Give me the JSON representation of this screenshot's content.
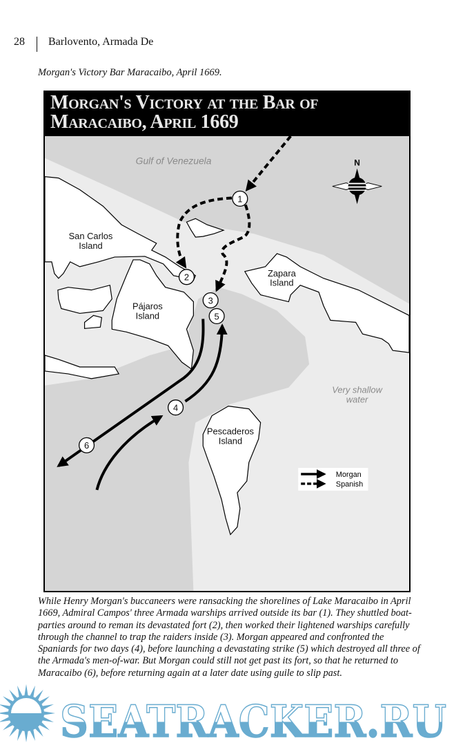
{
  "header": {
    "page_number": "28",
    "running_title": "Barlovento, Armada De"
  },
  "figure_caption": "Morgan's Victory Bar Maracaibo, April 1669.",
  "map": {
    "title_line1": "Morgan's Victory at the Bar of",
    "title_line2": "Maracaibo, April 1669",
    "labels": {
      "gulf": "Gulf of Venezuela",
      "san_carlos_1": "San Carlos",
      "san_carlos_2": "Island",
      "pajaros_1": "Pájaros",
      "pajaros_2": "Island",
      "zapara_1": "Zapara",
      "zapara_2": "Island",
      "pescaderos_1": "Pescaderos",
      "pescaderos_2": "Island",
      "shallow_1": "Very shallow",
      "shallow_2": "water",
      "north": "N"
    },
    "markers": [
      "1",
      "2",
      "3",
      "4",
      "5",
      "6"
    ],
    "legend": {
      "morgan": "Morgan",
      "spanish": "Spanish"
    },
    "colors": {
      "deep_water": "#d5d5d5",
      "shallow_water": "#ececec",
      "land": "#ffffff"
    }
  },
  "body_text": "While Henry Morgan's buccaneers were ransacking the shorelines of Lake Maracaibo in April 1669, Admiral Campos' three Armada warships arrived outside its bar (1). They shuttled boat-parties around to reman its devastated fort (2), then worked their lightened warships carefully through the channel to trap the raiders inside (3). Morgan appeared and confronted the Spaniards for two days (4), before launching a devastating strike (5) which destroyed all three of the Armada's men-of-war. But Morgan could still not get past its fort, so that he returned to Maracaibo (6), before returning again at a later date using guile to slip past.",
  "watermark": {
    "text": "SEATRACKER.RU",
    "color": "#69acd0"
  }
}
